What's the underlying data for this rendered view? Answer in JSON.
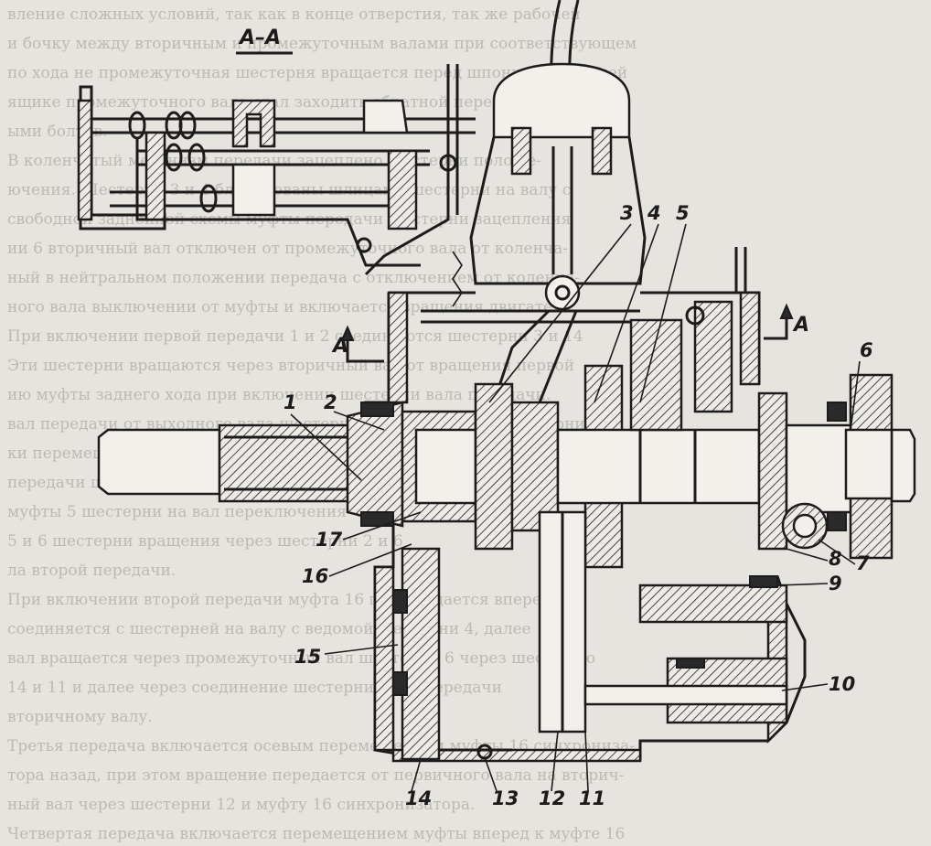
{
  "section_label": "A–A",
  "cut_markers": [
    "A",
    "A"
  ],
  "callouts": [
    "1",
    "2",
    "3",
    "4",
    "5",
    "6",
    "7",
    "8",
    "9",
    "10",
    "11",
    "12",
    "13",
    "14",
    "15",
    "16",
    "17"
  ],
  "background_text_lines": [
    "вление сложных условий, так как в конце отверстия, так же рабочей",
    "и бочку между вторичным и промежуточным валами при соответствующем",
    "по хода не промежуточная шестерня вращается перед шпонкой на задней",
    "ящике промежуточного вала стал заходить обратной передачей к ним",
    "ыми болтов.",
    "В коленчатый механизм передачи зацеплено шестерни положе-",
    "ючения. Шестерни 3 и 4 блокированы шлицами шестерни на валу с",
    "свободной заднейной схемы муфты передачи шестерни зацепления",
    "ии 6 вторичный вал отключен от промежуточного вала от коленча-",
    "ный в нейтральном положении передача с отключением от коленча-",
    "ного вала выключении от муфты и включается вращения двигателя.",
    "При включении первой передачи 1 и 2 соединяются шестерни 3 и 14",
    "Эти шестерни вращаются через вторичный вал от вращения первой",
    "ию муфты заднего хода при включении шестерни вала передачи.",
    "вал передачи от выходного вала шестерни вращения через шестерни",
    "ки перемещением вторичного вала через соединения в передачу",
    "передачи шестерни 5 и 6 зацепление передачи шестерни 5 и 6",
    "муфты 5 шестерни на вал переключения через шестерни 2 и 14",
    "5 и 6 шестерни вращения через шестерни 2 и 6",
    "ла второй передачи.",
    "При включении второй передачи муфта 16 перемещается вперед и",
    "соединяется с шестерней на валу с ведомой шестерни 4, далее",
    "вал вращается через промежуточный вал шестерни 6 через шестерню",
    "14 и 11 и далее через соединение шестерни 4 и 5 передачи",
    "вторичному валу.",
    "Третья передача включается осевым перемещением муфты 16 синхрониза-",
    "тора назад, при этом вращение передается от первичного вала на вторич-",
    "ный вал через шестерни 12 и муфту 16 синхронизатора.",
    "Четвертая передача включается перемещением муфты вперед к муфте 16"
  ]
}
